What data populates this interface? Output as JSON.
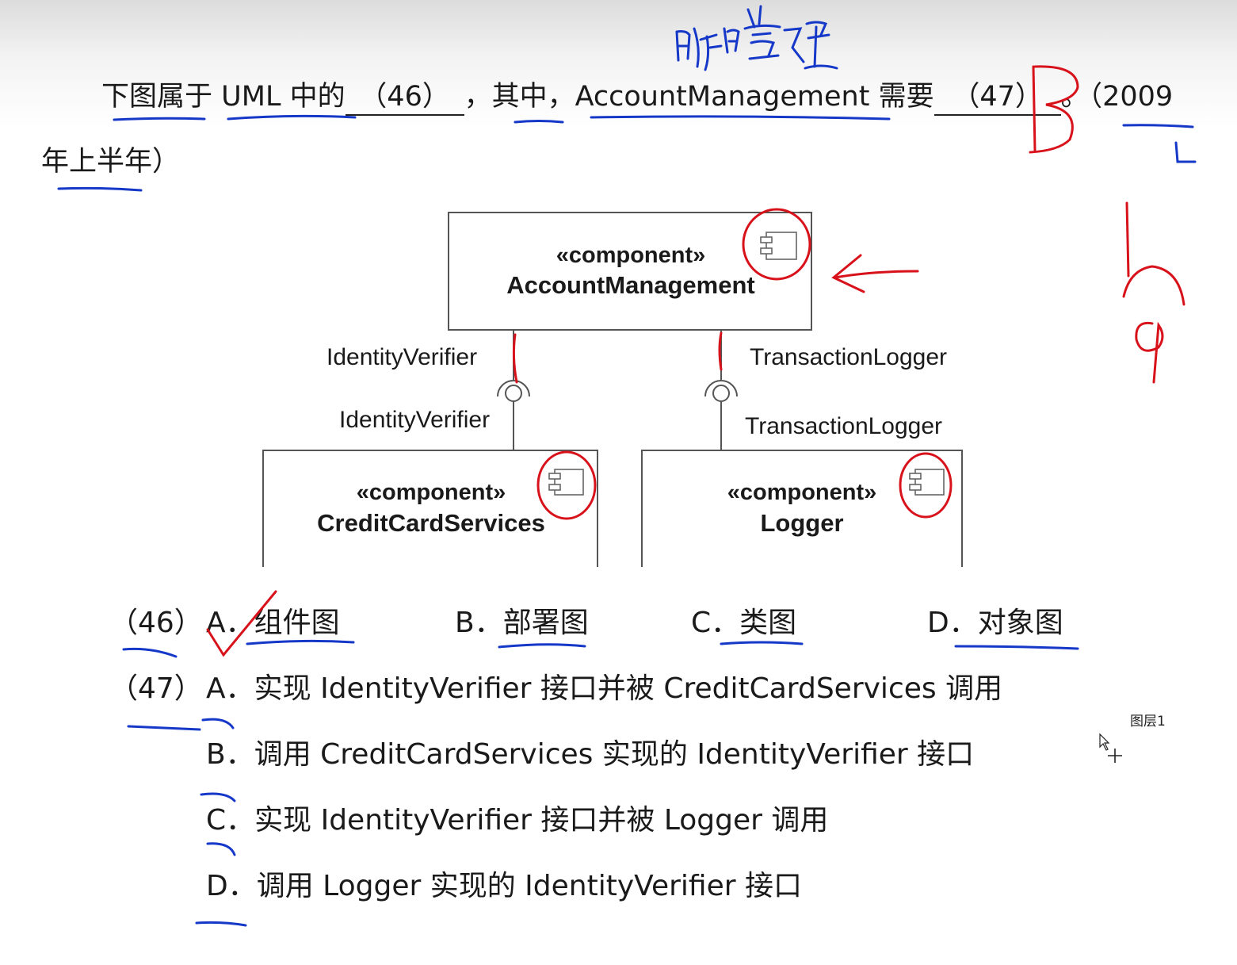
{
  "question": {
    "part1": "下图属于 UML 中的",
    "blank46": "（46）",
    "part2": "，其中，AccountManagement 需要",
    "blank47": "（47）",
    "part3": "。（2009",
    "line2": "年上半年）"
  },
  "diagram": {
    "top_component": {
      "stereotype": "«component»",
      "name": "AccountManagement"
    },
    "left_component": {
      "stereotype": "«component»",
      "name": "CreditCardServices"
    },
    "right_component": {
      "stereotype": "«component»",
      "name": "Logger"
    },
    "left_required_label": "IdentityVerifier",
    "left_provided_label": "IdentityVerifier",
    "right_required_label": "TransactionLogger",
    "right_provided_label": "TransactionLogger"
  },
  "q46": {
    "number": "（46）",
    "options": [
      {
        "letter": "A．",
        "text": "组件图"
      },
      {
        "letter": "B．",
        "text": "部署图"
      },
      {
        "letter": "C．",
        "text": "类图"
      },
      {
        "letter": "D．",
        "text": "对象图"
      }
    ]
  },
  "q47": {
    "number": "（47）",
    "options": [
      {
        "letter": "A．",
        "text": "实现 IdentityVerifier 接口并被 CreditCardServices 调用"
      },
      {
        "letter": "B．",
        "text": "调用 CreditCardServices 实现的 IdentityVerifier 接口"
      },
      {
        "letter": "C．",
        "text": "实现 IdentityVerifier 接口并被 Logger 调用"
      },
      {
        "letter": "D．",
        "text": "调用 Logger 实现的 IdentityVerifier 接口"
      }
    ]
  },
  "layer_label": "图层1",
  "annotations": {
    "handwritten_note": "账户管理",
    "handwritten_answer": "B",
    "handwritten_digits": "4 9",
    "colors": {
      "red_ink": "#d8121b",
      "blue_ink": "#1638c8"
    }
  }
}
